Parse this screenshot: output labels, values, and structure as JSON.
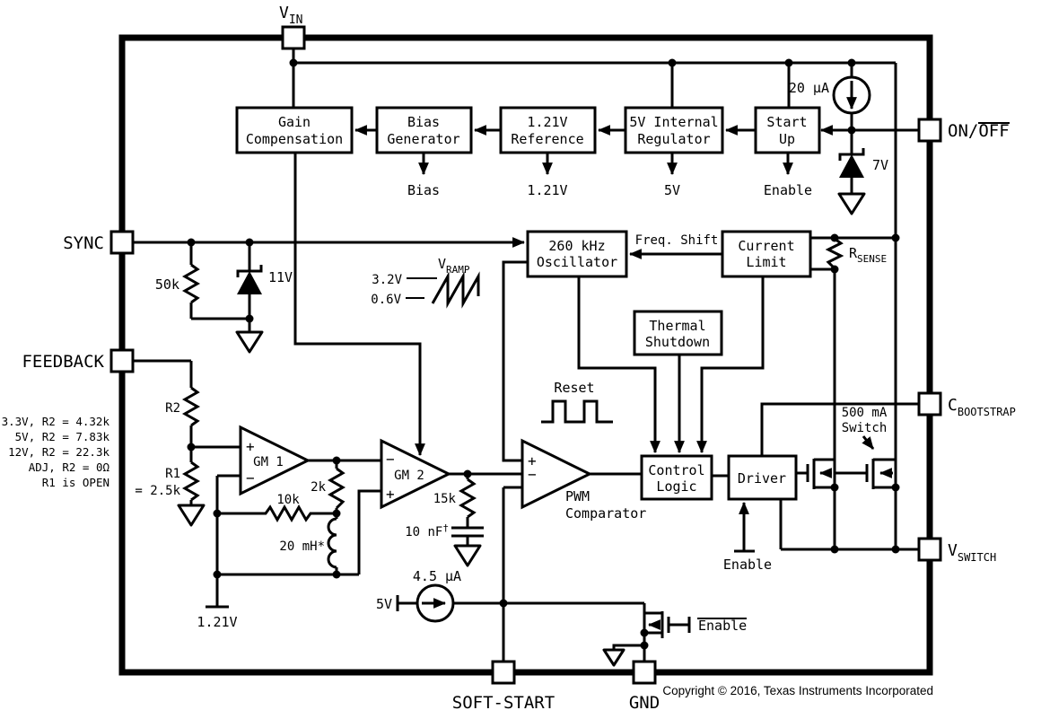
{
  "pins": {
    "vin": {
      "base": "V",
      "sub": "IN"
    },
    "sync": "SYNC",
    "feedback": "FEEDBACK",
    "on_off": {
      "pre": "ON/",
      "overlined": "OFF"
    },
    "c_bootstrap": {
      "base": "C",
      "sub": "BOOTSTRAP"
    },
    "v_switch": {
      "base": "V",
      "sub": "SWITCH"
    },
    "soft_start": "SOFT-START",
    "gnd": "GND"
  },
  "blocks": {
    "gain_comp": {
      "l1": "Gain",
      "l2": "Compensation"
    },
    "bias_gen": {
      "l1": "Bias",
      "l2": "Generator"
    },
    "reference": {
      "l1": "1.21V",
      "l2": "Reference"
    },
    "regulator": {
      "l1": "5V Internal",
      "l2": "Regulator"
    },
    "start_up": {
      "l1": "Start",
      "l2": "Up"
    },
    "oscillator": {
      "l1": "260 kHz",
      "l2": "Oscillator"
    },
    "current_limit": {
      "l1": "Current",
      "l2": "Limit"
    },
    "thermal": {
      "l1": "Thermal",
      "l2": "Shutdown"
    },
    "control_logic": {
      "l1": "Control",
      "l2": "Logic"
    },
    "driver": "Driver"
  },
  "rails": {
    "bias": "Bias",
    "ref": "1.21V",
    "v5": "5V",
    "enable": "Enable"
  },
  "labels": {
    "i20": "20 µA",
    "z7": "7V",
    "z11": "11V",
    "r50k": "50k",
    "freq_shift": "Freq. Shift",
    "vramp": {
      "base": "V",
      "sub": "RAMP"
    },
    "ramp_hi": "3.2V",
    "ramp_lo": "0.6V",
    "rsense": {
      "base": "R",
      "sub": "SENSE"
    },
    "reset": "Reset",
    "sw1": "500 mA",
    "sw2": "Switch",
    "r2": "R2",
    "r1": "R1",
    "r1v": "= 2.5k",
    "r2k": "2k",
    "r10k": "10k",
    "l20": "20 mH*",
    "r15k": "15k",
    "c10": {
      "base": "10 nF",
      "sup": "†"
    },
    "ref_bot": "1.21V",
    "i45": "4.5 µA",
    "v5s": "5V",
    "en_driver": "Enable",
    "en_bar": "Enable",
    "gm1": "GM 1",
    "gm2": "GM 2",
    "pwm1": "PWM",
    "pwm2": "Comparator",
    "plus": "+",
    "minus": "−"
  },
  "notes": [
    "3.3V, R2 = 4.32k",
    "5V, R2 = 7.83k",
    "12V, R2 = 22.3k",
    "ADJ, R2 = 0Ω",
    "R1 is OPEN"
  ],
  "footer": {
    "copyright": "Copyright © 2016, Texas Instruments Incorporated"
  }
}
